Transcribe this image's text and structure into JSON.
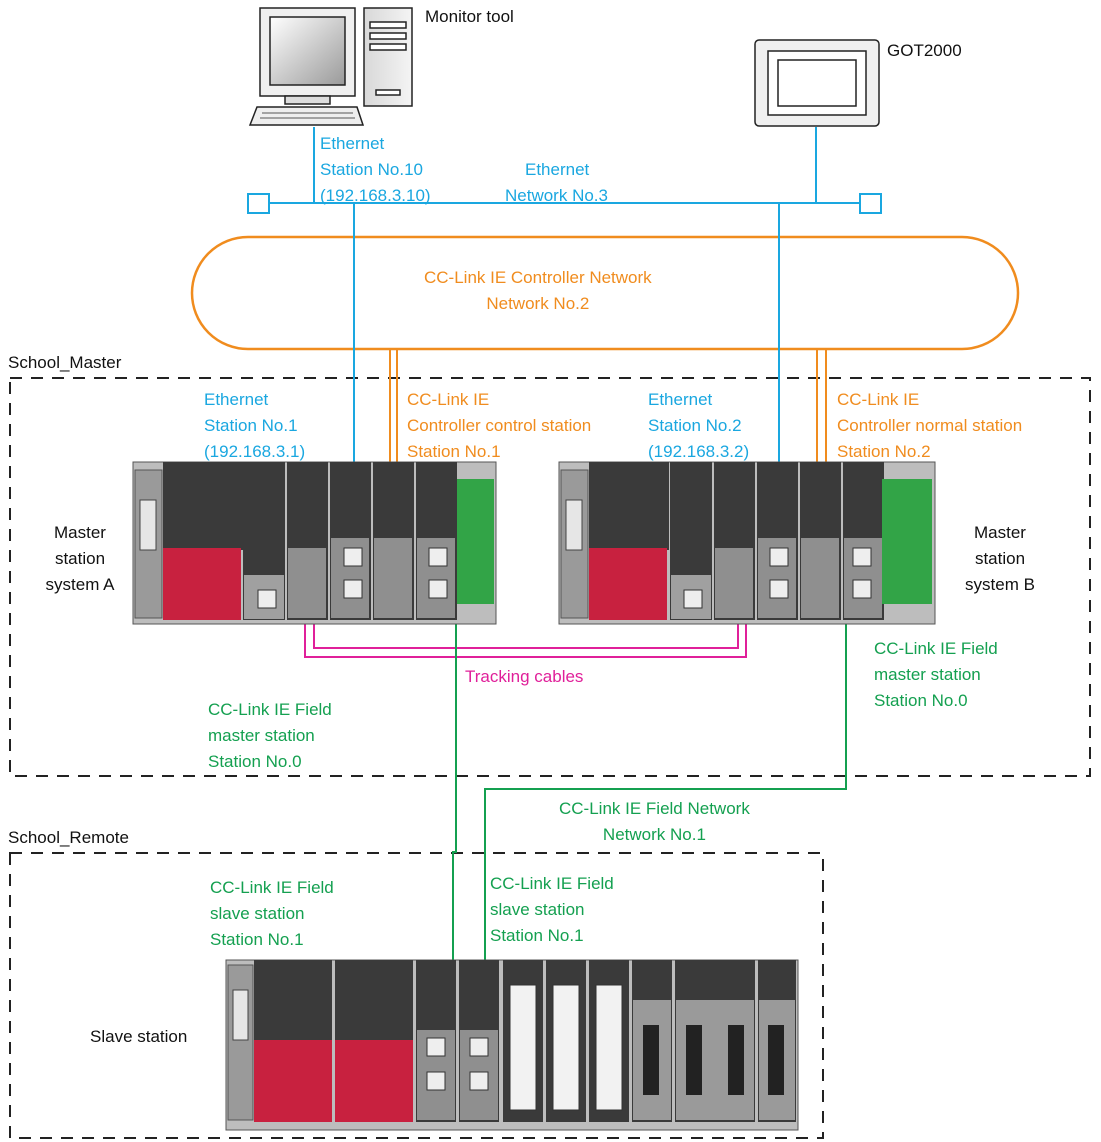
{
  "colors": {
    "ethernet": "#1aa7e0",
    "controller_network": "#f08c1e",
    "field_network": "#14a050",
    "tracking": "#e0209a",
    "plc_red": "#c8213f",
    "plc_dark": "#3a3a3a"
  },
  "devices": {
    "monitor_tool": "Monitor tool",
    "got": "GOT2000"
  },
  "ethernet_network": {
    "name": "Ethernet",
    "network_no": "Network No.3",
    "pc_lines": [
      "Ethernet",
      "Station No.10",
      "(192.168.3.10)"
    ]
  },
  "controller_network": {
    "lines": [
      "CC-Link IE Controller Network",
      "Network No.2"
    ]
  },
  "school_master": {
    "title": "School_Master",
    "system_a": {
      "label_lines": [
        "Master",
        "station",
        "system A"
      ],
      "ethernet_lines": [
        "Ethernet",
        "Station No.1",
        "(192.168.3.1)"
      ],
      "controller_lines": [
        "CC-Link IE",
        "Controller control station",
        "Station No.1"
      ],
      "field_lines": [
        "CC-Link IE Field",
        "master station",
        "Station No.0"
      ]
    },
    "system_b": {
      "label_lines": [
        "Master",
        "station",
        "system B"
      ],
      "ethernet_lines": [
        "Ethernet",
        "Station No.2",
        "(192.168.3.2)"
      ],
      "controller_lines": [
        "CC-Link IE",
        "Controller normal station",
        "Station No.2"
      ],
      "field_lines": [
        "CC-Link IE Field",
        "master station",
        "Station No.0"
      ]
    },
    "tracking_label": "Tracking cables"
  },
  "field_network": {
    "lines": [
      "CC-Link IE Field Network",
      "Network No.1"
    ]
  },
  "school_remote": {
    "title": "School_Remote",
    "slave_label": "Slave station",
    "slave_1_lines": [
      "CC-Link IE Field",
      "slave station",
      "Station No.1"
    ],
    "slave_2_lines": [
      "CC-Link IE Field",
      "slave station",
      "Station No.1"
    ]
  }
}
